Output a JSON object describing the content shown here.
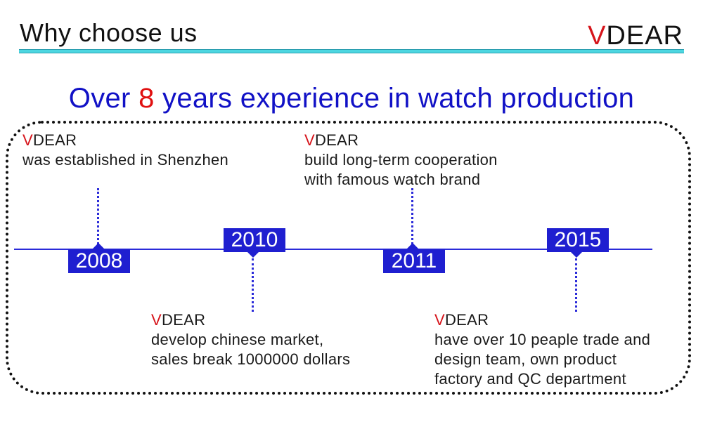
{
  "header": {
    "title": "Why choose us",
    "brand_v": "V",
    "brand_rest": "DEAR"
  },
  "headline": {
    "prefix": "Over ",
    "number": "8",
    "suffix": " years experience in watch production"
  },
  "timeline": {
    "events": [
      {
        "year": "2008",
        "brand_v": "V",
        "brand_rest": "DEAR",
        "lines": [
          "was established in Shenzhen"
        ]
      },
      {
        "year": "2010",
        "brand_v": "V",
        "brand_rest": "DEAR",
        "lines": [
          "develop chinese market,",
          "sales break 1000000 dollars"
        ]
      },
      {
        "year": "2011",
        "brand_v": "V",
        "brand_rest": "DEAR",
        "lines": [
          "build long-term cooperation",
          "with famous watch brand"
        ]
      },
      {
        "year": "2015",
        "brand_v": "V",
        "brand_rest": "DEAR",
        "lines": [
          "have over 10 peaple trade and",
          "design team, own product",
          "factory and QC department"
        ]
      }
    ]
  },
  "colors": {
    "brand_red": "#d6141b",
    "timeline_blue": "#1f1fd0",
    "headline_blue": "#1111c6",
    "rule_cyan": "#4dd6e0"
  }
}
